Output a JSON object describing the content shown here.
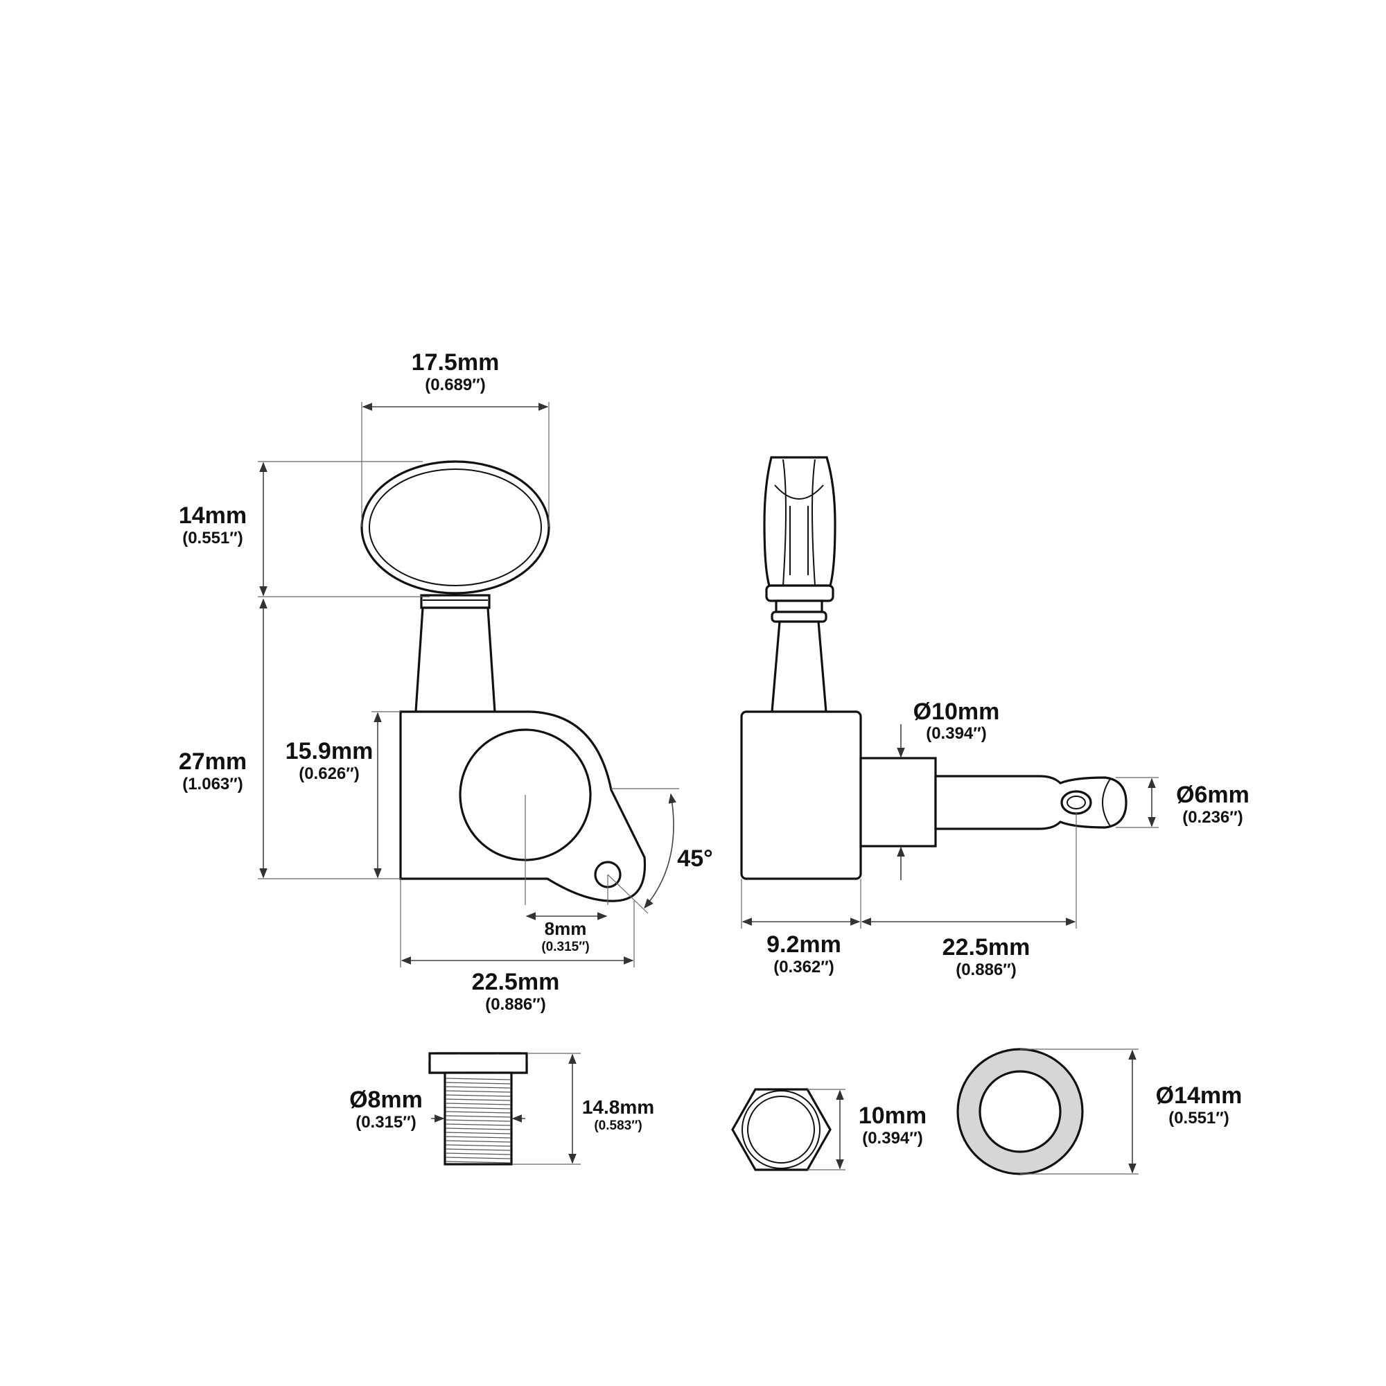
{
  "labels": {
    "knob_width": {
      "mm": "17.5mm",
      "in": "(0.689″)"
    },
    "knob_height": {
      "mm": "14mm",
      "in": "(0.551″)"
    },
    "total_height": {
      "mm": "27mm",
      "in": "(1.063″)"
    },
    "housing_height": {
      "mm": "15.9mm",
      "in": "(0.626″)"
    },
    "angle": {
      "text": "45°"
    },
    "hole_offset": {
      "mm": "8mm",
      "in": "(0.315″)"
    },
    "housing_width": {
      "mm": "22.5mm",
      "in": "(0.886″)"
    },
    "post_diameter": {
      "mm": "Ø10mm",
      "in": "(0.394″)"
    },
    "string_post_diameter": {
      "mm": "Ø6mm",
      "in": "(0.236″)"
    },
    "housing_depth": {
      "mm": "9.2mm",
      "in": "(0.362″)"
    },
    "post_length": {
      "mm": "22.5mm",
      "in": "(0.886″)"
    },
    "bushing_diameter": {
      "mm": "Ø8mm",
      "in": "(0.315″)"
    },
    "bushing_height": {
      "mm": "14.8mm",
      "in": "(0.583″)"
    },
    "nut_size": {
      "mm": "10mm",
      "in": "(0.394″)"
    },
    "washer_diameter": {
      "mm": "Ø14mm",
      "in": "(0.551″)"
    }
  }
}
